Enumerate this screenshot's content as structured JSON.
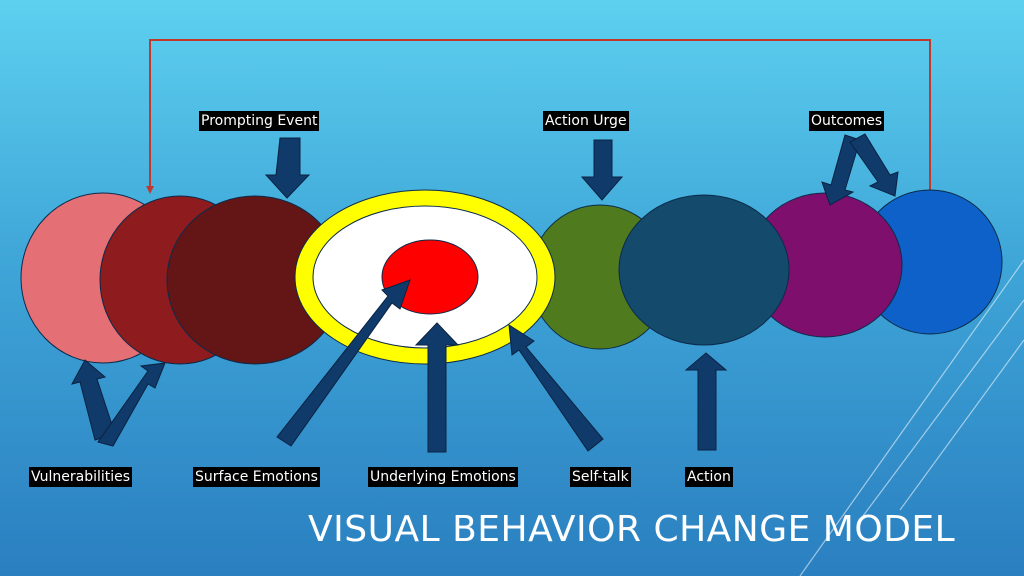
{
  "title": "VISUAL BEHAVIOR CHANGE MODEL",
  "labels": {
    "prompting_event": "Prompting Event",
    "action_urge": "Action Urge",
    "outcomes": "Outcomes",
    "vulnerabilities": "Vulnerabilities",
    "surface_emotions": "Surface Emotions",
    "underlying_emotions": "Underlying Emotions",
    "self_talk": "Self-talk",
    "action": "Action"
  },
  "colors": {
    "vulnerabilities": "#e46f74",
    "surface_emotions_1": "#8e1b1e",
    "surface_emotions_2": "#641515",
    "ring_outer": "#ffff00",
    "ring_inner": "#ffffff",
    "core": "#ff0000",
    "self_talk": "#4f7a1e",
    "action": "#144a6c",
    "outcomes_1": "#7f0f6c",
    "outcomes_2": "#0e61c8",
    "arrow": "#0f3a6a",
    "feedback_line": "#c0392b"
  }
}
